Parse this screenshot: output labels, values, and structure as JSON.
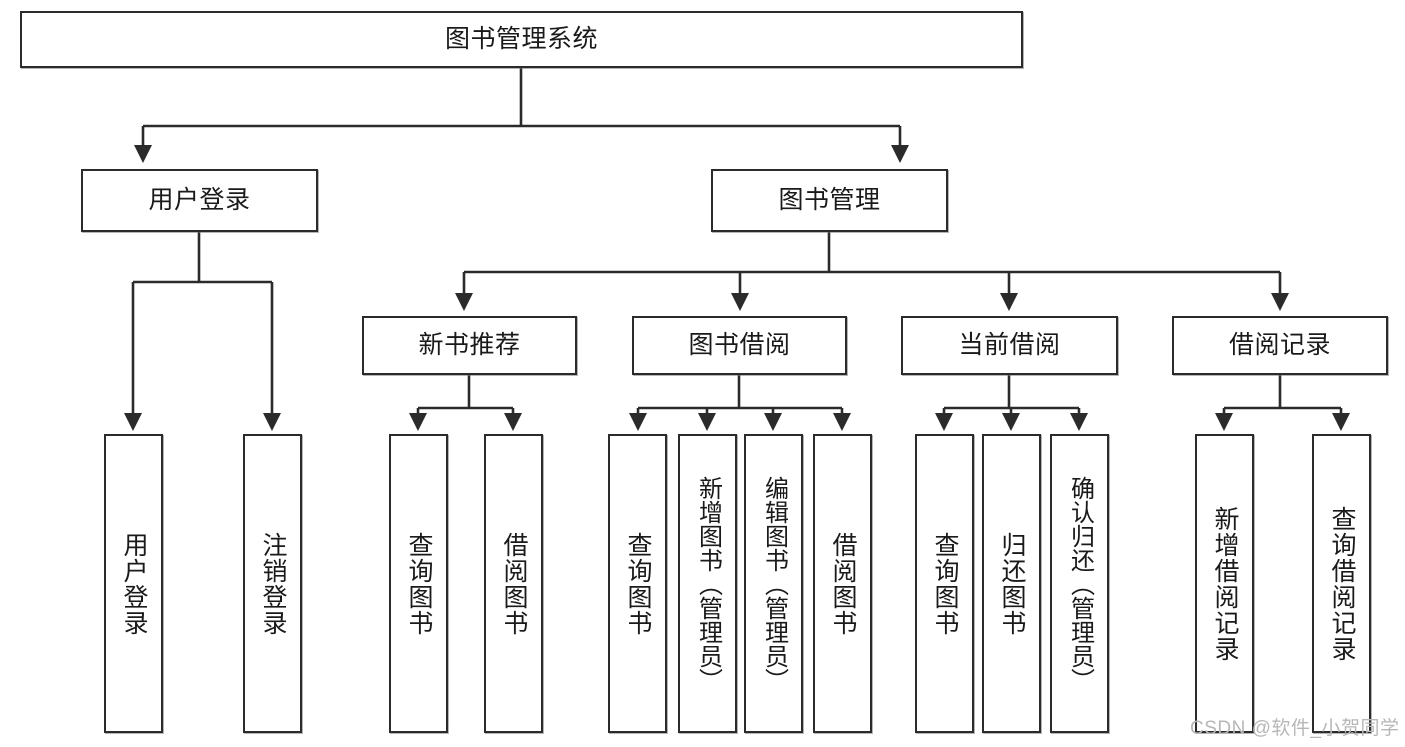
{
  "diagram": {
    "title": "图书管理系统",
    "root": {
      "label": "图书管理系统"
    },
    "level2": [
      {
        "label": "用户登录"
      },
      {
        "label": "图书管理"
      }
    ],
    "level3": [
      {
        "label": "新书推荐"
      },
      {
        "label": "图书借阅"
      },
      {
        "label": "当前借阅"
      },
      {
        "label": "借阅记录"
      }
    ],
    "leaves": {
      "user_login": [
        {
          "label": "用户登录"
        },
        {
          "label": "注销登录"
        }
      ],
      "new_book_recommend": [
        {
          "label": "查询图书"
        },
        {
          "label": "借阅图书"
        }
      ],
      "book_borrow": [
        {
          "label": "查询图书"
        },
        {
          "label": "新增图书（管理员）"
        },
        {
          "label": "编辑图书（管理员）"
        },
        {
          "label": "借阅图书"
        }
      ],
      "current_borrow": [
        {
          "label": "查询图书"
        },
        {
          "label": "归还图书"
        },
        {
          "label": "确认归还（管理员）"
        }
      ],
      "borrow_record": [
        {
          "label": "新增借阅记录"
        },
        {
          "label": "查询借阅记录"
        }
      ]
    }
  },
  "watermark": {
    "text": "CSDN @软件_小贺同学"
  },
  "colors": {
    "border": "#2b2b2b",
    "background": "#ffffff",
    "text": "#1a1a1a",
    "watermark": "#b7b7b7"
  }
}
